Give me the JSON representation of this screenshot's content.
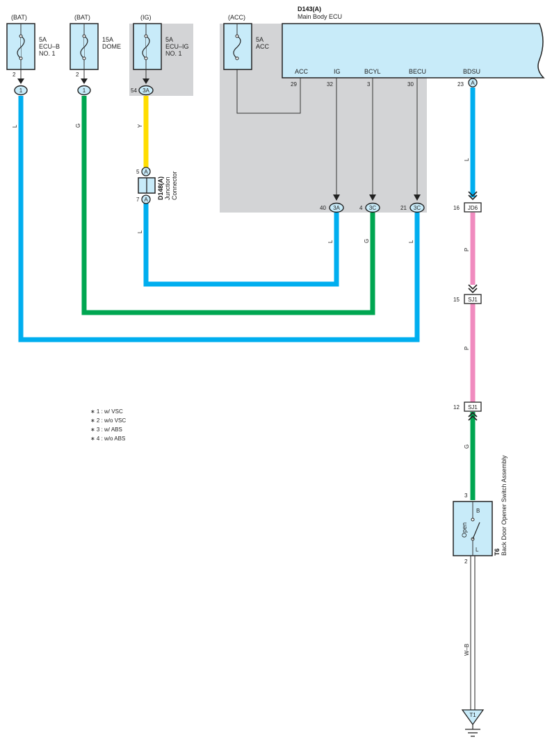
{
  "ecu": {
    "code": "D143(A)",
    "name": "Main Body ECU",
    "pins": [
      {
        "label": "ACC",
        "num": "29"
      },
      {
        "label": "IG",
        "num": "32"
      },
      {
        "label": "BCYL",
        "num": "3"
      },
      {
        "label": "BECU",
        "num": "30"
      },
      {
        "label": "BDSU",
        "num": "23"
      }
    ],
    "bdsu_conn": "A"
  },
  "fuses": [
    {
      "source": "(BAT)",
      "rating": "5A",
      "name_l1": "ECU–B",
      "name_l2": "NO. 1",
      "pin": "2",
      "conn": "1"
    },
    {
      "source": "(BAT)",
      "rating": "15A",
      "name_l1": "DOME",
      "name_l2": "",
      "pin": "2",
      "conn": "1"
    },
    {
      "source": "(IG)",
      "rating": "5A",
      "name_l1": "ECU–IG",
      "name_l2": "NO. 1",
      "pin": "54",
      "conn": "3A"
    },
    {
      "source": "(ACC)",
      "rating": "5A",
      "name_l1": "ACC",
      "name_l2": "",
      "pin": "",
      "conn": ""
    }
  ],
  "junction": {
    "code": "D148(A)",
    "name_l1": "Junction",
    "name_l2": "Connector",
    "pin_top": "5",
    "pin_bottom": "7",
    "conn": "A"
  },
  "ecu_bottom_conns": [
    {
      "pin": "40",
      "conn": "3A"
    },
    {
      "pin": "4",
      "conn": "3C"
    },
    {
      "pin": "21",
      "conn": "3C"
    }
  ],
  "wire_colors": [
    "L",
    "G",
    "Y",
    "L",
    "L",
    "G",
    "L",
    "L",
    "P",
    "P",
    "G",
    "W–B"
  ],
  "inline_connectors": [
    {
      "pin": "16",
      "name": "JD6"
    },
    {
      "pin": "15",
      "name": "SJ1"
    },
    {
      "pin": "12",
      "name": "SJ1"
    }
  ],
  "switch": {
    "code": "T6",
    "name": "Back Door Opener Switch Assembly",
    "label": "Open",
    "term_top": "B",
    "term_bottom": "L",
    "pin_top": "3",
    "pin_bottom": "2"
  },
  "ground": "T1",
  "notes": [
    "∗ 1 : w/ VSC",
    "∗ 2 : w/o VSC",
    "∗ 3 : w/ ABS",
    "∗ 4 : w/o ABS"
  ],
  "colors": {
    "blue_wire": "#00aeef",
    "green_wire": "#00a651",
    "yellow_wire": "#ffdd00",
    "pink_wire": "#f08bbf",
    "box_fill": "#c8ebf9",
    "shade": "#d3d4d6"
  }
}
